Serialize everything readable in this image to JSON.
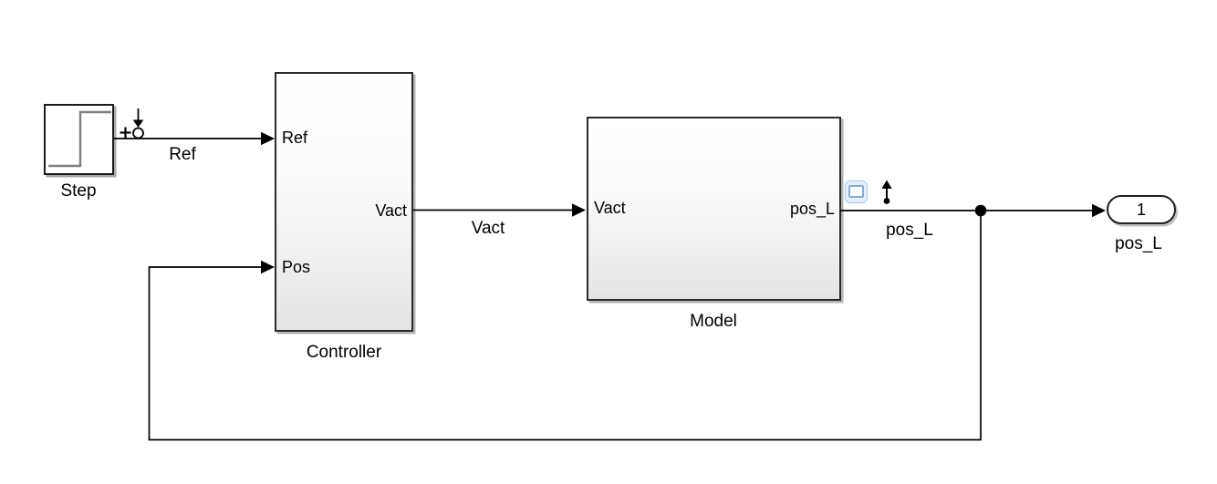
{
  "app": {
    "kind": "simulink-block-diagram"
  },
  "colors": {
    "background": "#ffffff",
    "wire": "#000000",
    "text": "#000000",
    "block_border": "#2b2b2b",
    "block_fill_top": "#ffffff",
    "block_fill_bottom": "#e3e3e3",
    "block_shadow": "#b4b4b4",
    "step_waveform": "#808080",
    "viewer_badge_border": "#7fafd1",
    "viewer_badge_fill": "#e7f0f8"
  },
  "blocks": {
    "step": {
      "label": "Step"
    },
    "controller": {
      "label": "Controller",
      "ports": {
        "in_ref": "Ref",
        "in_pos": "Pos",
        "out_vact": "Vact"
      }
    },
    "model": {
      "label": "Model",
      "ports": {
        "in_vact": "Vact",
        "out_pos_l": "pos_L"
      }
    },
    "outport": {
      "port_number": "1",
      "label": "pos_L"
    }
  },
  "signals": {
    "ref": "Ref",
    "vact": "Vact",
    "pos_l": "pos_L"
  },
  "icons": {
    "linearization_input": "plus-circle-down-arrow-icon",
    "output_measurement": "up-arrow-dot-icon",
    "viewer_badge": "scope-viewer-badge-icon"
  }
}
